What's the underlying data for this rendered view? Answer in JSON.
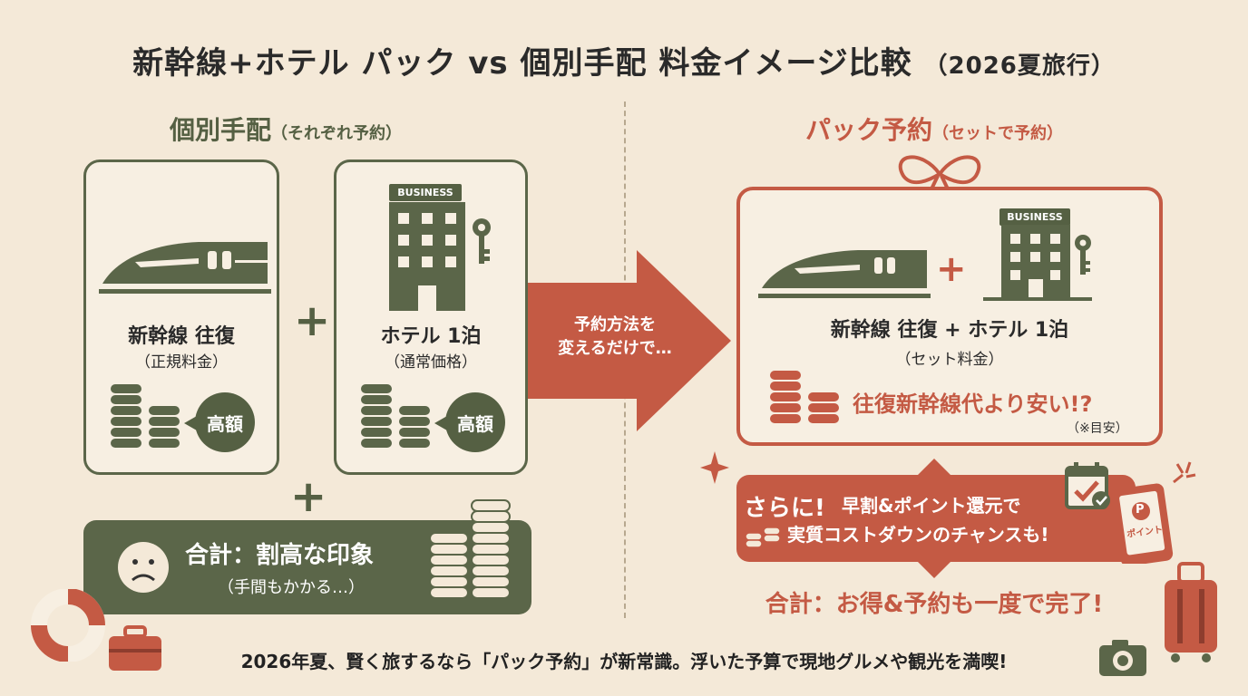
{
  "title": {
    "main": "新幹線+ホテル パック vs 個別手配 料金イメージ比較",
    "sub": "（2026夏旅行）"
  },
  "left": {
    "section_title": "個別手配",
    "section_sub": "（それぞれ予約）",
    "card1": {
      "label": "新幹線 往復",
      "sub": "（正規料金）",
      "bubble": "高額"
    },
    "card2": {
      "badge": "BUSINESS",
      "label": "ホテル 1泊",
      "sub": "（通常価格）",
      "bubble": "高額"
    },
    "plus": "+",
    "total_main": "合計：割高な印象",
    "total_sub": "（手間もかかる…）"
  },
  "arrow": {
    "line1": "予約方法を",
    "line2": "変えるだけで…"
  },
  "right": {
    "section_title": "パック予約",
    "section_sub": "（セットで予約）",
    "badge": "BUSINESS",
    "plus": "+",
    "label": "新幹線 往復 + ホテル 1泊",
    "sub": "（セット料金）",
    "cheap": "往復新幹線代より安い!?",
    "note": "（※目安）",
    "banner_lead": "さらに!",
    "banner_line1": "早割&ポイント還元で",
    "banner_line2": "実質コストダウンのチャンスも!",
    "phone_p": "P",
    "phone_text": "ポイント",
    "total": "合計：お得&予約も一度で完了!"
  },
  "footer": "2026年夏、賢く旅するなら「パック予約」が新常識。浮いた予算で現地グルメや観光を満喫!",
  "colors": {
    "green": "#556043",
    "red": "#c45a44",
    "bg": "#f4e9d8"
  }
}
